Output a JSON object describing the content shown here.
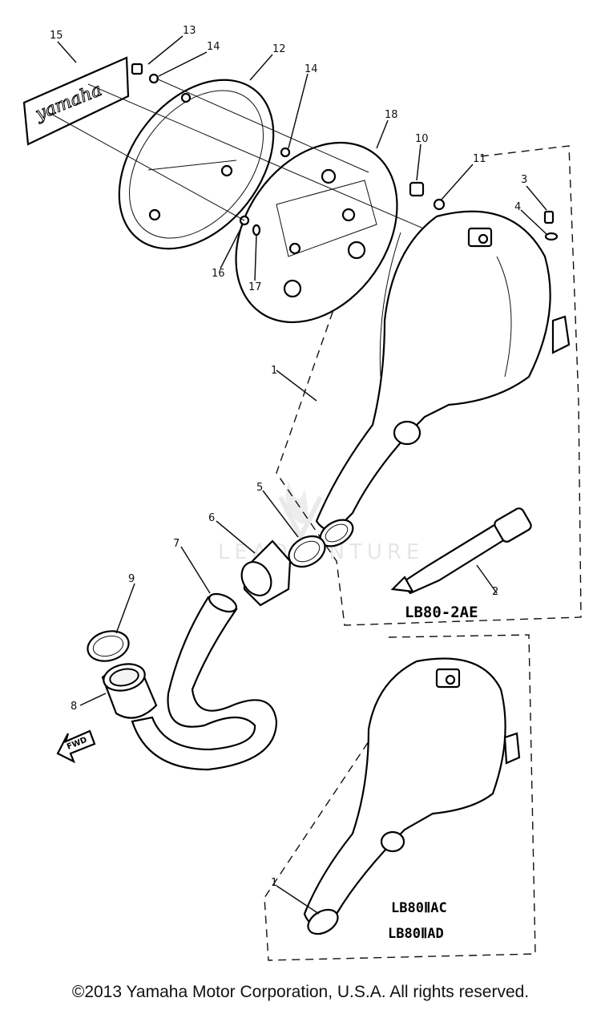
{
  "diagram": {
    "callouts": [
      "1",
      "2",
      "3",
      "4",
      "5",
      "6",
      "7",
      "8",
      "9",
      "10",
      "11",
      "12",
      "13",
      "14",
      "15",
      "16",
      "17",
      "18"
    ],
    "models": {
      "top": "LB80-2AE",
      "bottom_line1": "LB80ⅡAC",
      "bottom_line2": "LB80ⅡAD"
    },
    "fwd_label": "FWD",
    "emblem_text": "yamaha",
    "watermark": "LEADVENTURE"
  },
  "footer": {
    "copyright": "©2013 Yamaha Motor Corporation, U.S.A. All rights reserved."
  }
}
